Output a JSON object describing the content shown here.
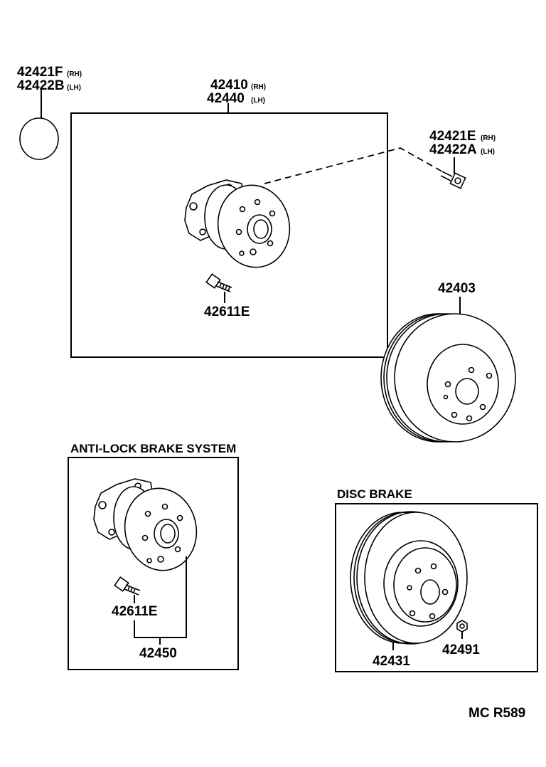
{
  "labels": {
    "oring_rh": "42421F",
    "oring_rh_side": "(RH)",
    "oring_lh": "42422B",
    "oring_lh_side": "(LH)",
    "hub_rh": "42410",
    "hub_rh_side": "(RH)",
    "hub_lh": "42440",
    "hub_lh_side": "(LH)",
    "bolt_rh": "42421E",
    "bolt_rh_side": "(RH)",
    "bolt_lh": "42422A",
    "bolt_lh_side": "(LH)",
    "hub_bolt": "42611E",
    "drum": "42403",
    "abs_hub_bolt": "42611E",
    "abs_assy": "42450",
    "disc": "42431",
    "disc_nut": "42491",
    "ref_code": "MC R589"
  },
  "sections": {
    "abs_title": "ANTI-LOCK BRAKE SYSTEM",
    "disc_title": "DISC BRAKE"
  }
}
